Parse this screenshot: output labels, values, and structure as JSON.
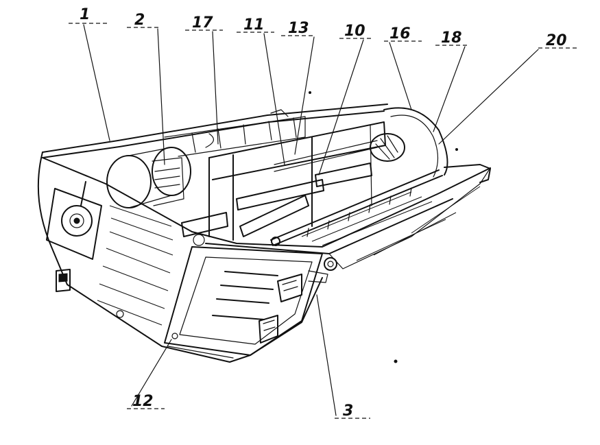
{
  "figure": {
    "callouts": [
      "1",
      "2",
      "17",
      "11",
      "13",
      "10",
      "16",
      "18",
      "20",
      "12",
      "3"
    ]
  }
}
